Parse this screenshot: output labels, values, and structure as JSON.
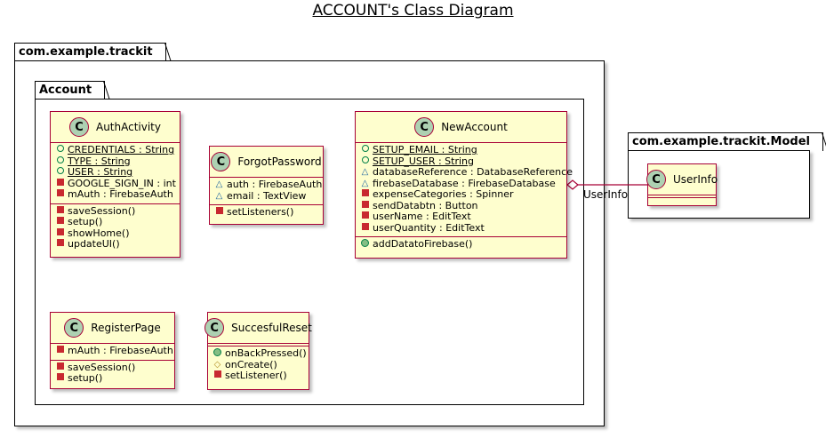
{
  "title": "ACCOUNT's Class Diagram",
  "packages": {
    "trackit": "com.example.trackit",
    "account": "Account",
    "model": "com.example.trackit.Model"
  },
  "classes": {
    "auth": {
      "name": "AuthActivity",
      "fields": [
        {
          "vis": "+",
          "text": "CREDENTIALS : String",
          "static": true
        },
        {
          "vis": "+",
          "text": "TYPE : String",
          "static": true
        },
        {
          "vis": "+",
          "text": "USER : String",
          "static": true
        },
        {
          "vis": "-",
          "text": "GOOGLE_SIGN_IN : int",
          "static": false
        },
        {
          "vis": "-",
          "text": "mAuth : FirebaseAuth",
          "static": false
        }
      ],
      "methods": [
        {
          "vis": "-",
          "text": "saveSession()"
        },
        {
          "vis": "-",
          "text": "setup()"
        },
        {
          "vis": "-",
          "text": "showHome()"
        },
        {
          "vis": "-",
          "text": "updateUI()"
        }
      ]
    },
    "forgot": {
      "name": "ForgotPassword",
      "fields": [
        {
          "vis": "~",
          "text": "auth : FirebaseAuth"
        },
        {
          "vis": "~",
          "text": "email : TextView"
        }
      ],
      "methods": [
        {
          "vis": "-",
          "text": "setListeners()"
        }
      ]
    },
    "newacc": {
      "name": "NewAccount",
      "fields": [
        {
          "vis": "+",
          "text": "SETUP_EMAIL : String",
          "static": true
        },
        {
          "vis": "+",
          "text": "SETUP_USER : String",
          "static": true
        },
        {
          "vis": "~",
          "text": "databaseReference : DatabaseReference"
        },
        {
          "vis": "~",
          "text": "firebaseDatabase : FirebaseDatabase"
        },
        {
          "vis": "-",
          "text": "expenseCategories : Spinner"
        },
        {
          "vis": "-",
          "text": "sendDatabtn : Button"
        },
        {
          "vis": "-",
          "text": "userName : EditText"
        },
        {
          "vis": "-",
          "text": "userQuantity : EditText"
        }
      ],
      "methods": [
        {
          "vis": "+",
          "text": "addDatatoFirebase()"
        }
      ]
    },
    "register": {
      "name": "RegisterPage",
      "fields": [
        {
          "vis": "-",
          "text": "mAuth : FirebaseAuth"
        }
      ],
      "methods": [
        {
          "vis": "-",
          "text": "saveSession()"
        },
        {
          "vis": "-",
          "text": "setup()"
        }
      ]
    },
    "reset": {
      "name": "SuccesfulReset",
      "fields": [],
      "methods": [
        {
          "vis": "+",
          "text": "onBackPressed()"
        },
        {
          "vis": "#",
          "text": "onCreate()"
        },
        {
          "vis": "-",
          "text": "setListener()"
        }
      ]
    },
    "userinfo": {
      "name": "UserInfo",
      "fields": [],
      "methods": []
    }
  },
  "relations": {
    "aggregation_label": "UserInfo"
  },
  "colors": {
    "class_fill": "#FEFECE",
    "class_border": "#A80036",
    "stereotype_circle": "#ADD1B2"
  }
}
